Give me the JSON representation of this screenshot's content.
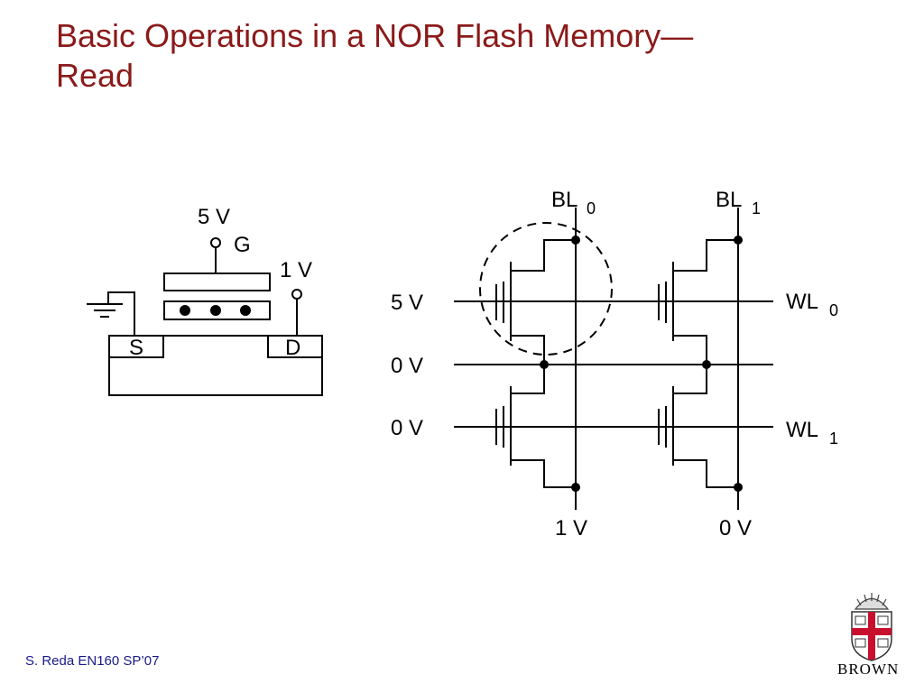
{
  "slide": {
    "title_line1": "Basic Operations in a NOR Flash Memory—",
    "title_line2": "Read",
    "title_color": "#8b1a1a",
    "footer": "S. Reda EN160 SP’07",
    "footer_color": "#1a1a8b"
  },
  "cell": {
    "gate_voltage": "5 V",
    "gate_label": "G",
    "drain_voltage": "1 V",
    "source_label": "S",
    "drain_label": "D"
  },
  "array": {
    "bl0_main": "BL",
    "bl0_sub": "0",
    "bl1_main": "BL",
    "bl1_sub": "1",
    "row1_voltage": "5 V",
    "row2_voltage": "0 V",
    "row3_voltage": "0 V",
    "wl0_main": "WL",
    "wl0_sub": "0",
    "wl1_main": "WL",
    "wl1_sub": "1",
    "bl0_bottom_voltage": "1 V",
    "bl1_bottom_voltage": "0 V"
  },
  "logo": {
    "text": "BROWN",
    "shield_red": "#c8102e"
  }
}
